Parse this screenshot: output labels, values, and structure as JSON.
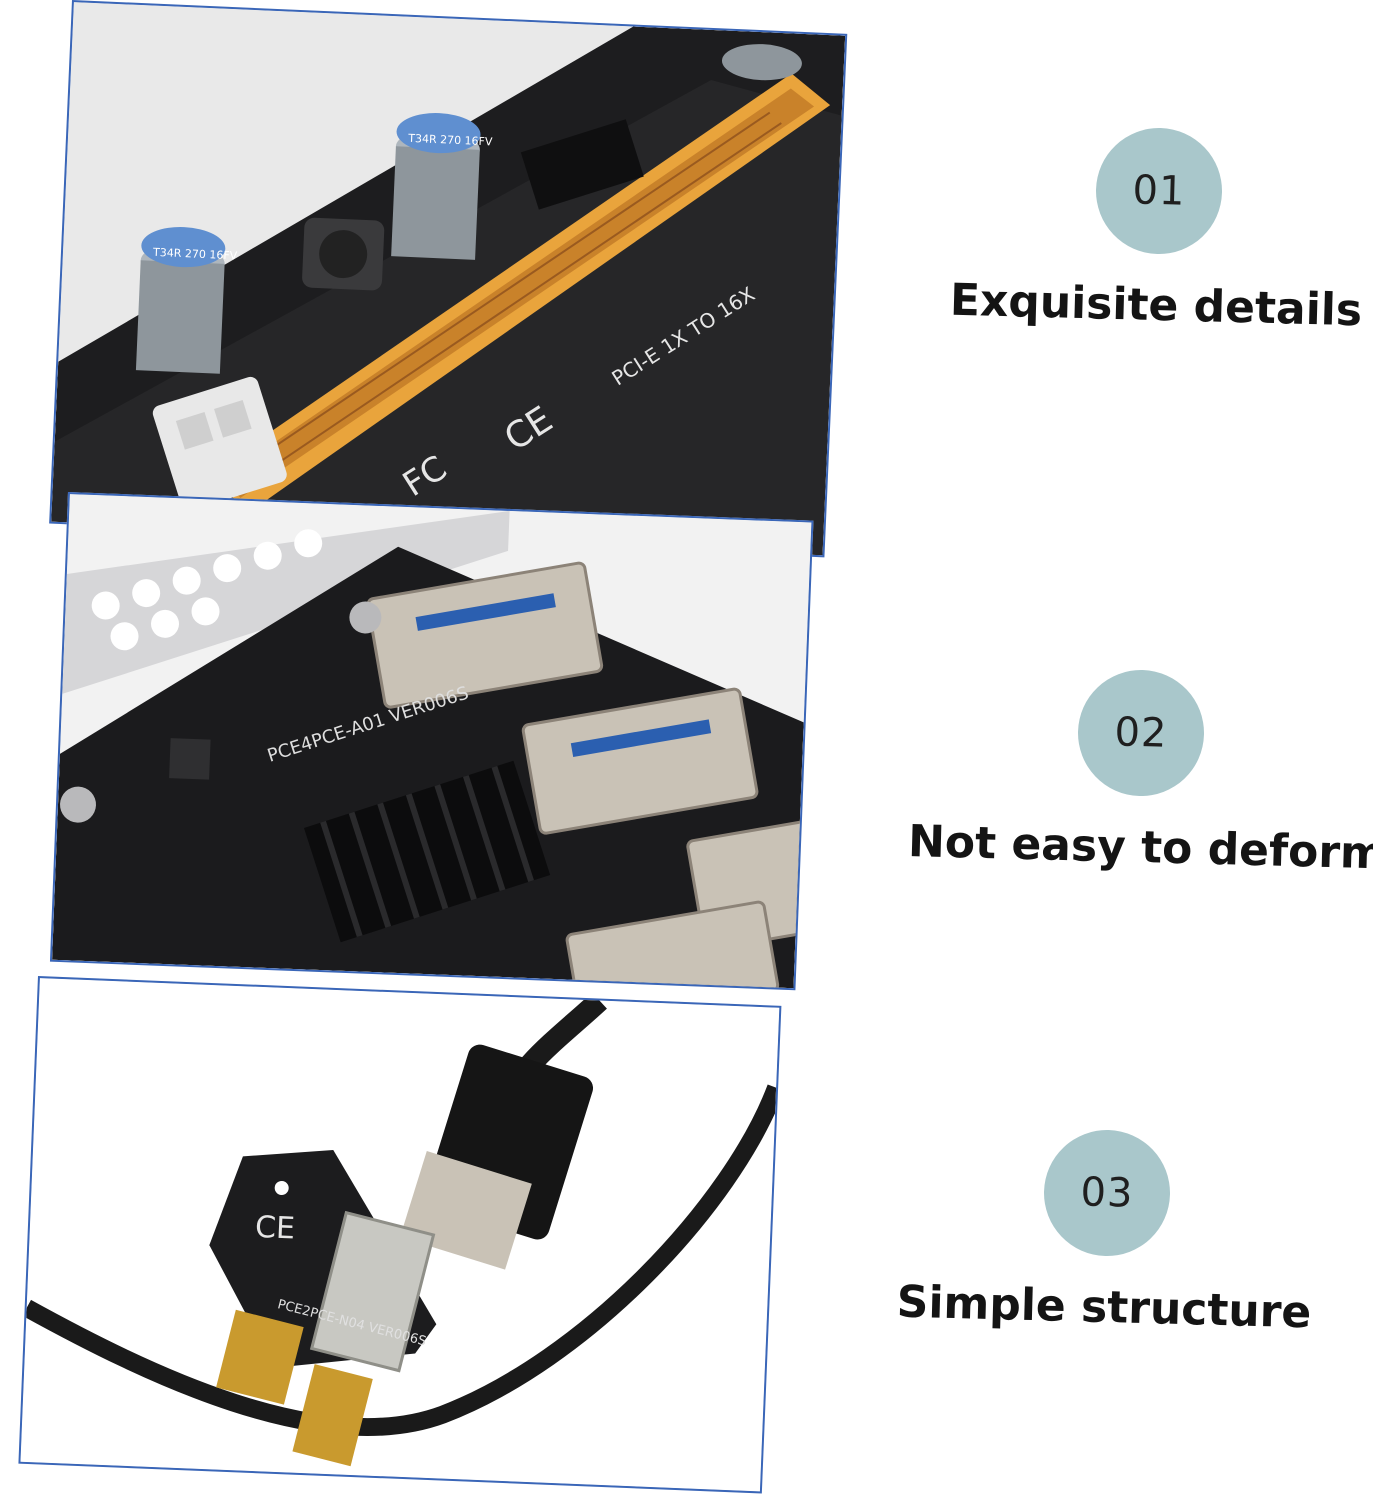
{
  "accent_badge_color": "#a9c7cb",
  "panel_border_color": "#3a66b8",
  "panels": [
    {
      "subject": "riser-board-pcie-slot",
      "board_text": "PCI-E 1X TO 16X",
      "board_marks": [
        "CE",
        "FC"
      ],
      "capacitor_text": "T34R 270 16FV"
    },
    {
      "subject": "pcie-4-port-usb-card",
      "board_text": "PCE4PCE-A01 VER006S"
    },
    {
      "subject": "pcie-x1-usb-adapter",
      "board_text": "PCE2PCE-N04 VER006S",
      "board_marks": [
        "CE"
      ]
    }
  ],
  "features": [
    {
      "number": "01",
      "label": "Exquisite details",
      "icon": "number-badge"
    },
    {
      "number": "02",
      "label": "Not easy to deform",
      "icon": "number-badge"
    },
    {
      "number": "03",
      "label": "Simple structure",
      "icon": "number-badge"
    }
  ]
}
